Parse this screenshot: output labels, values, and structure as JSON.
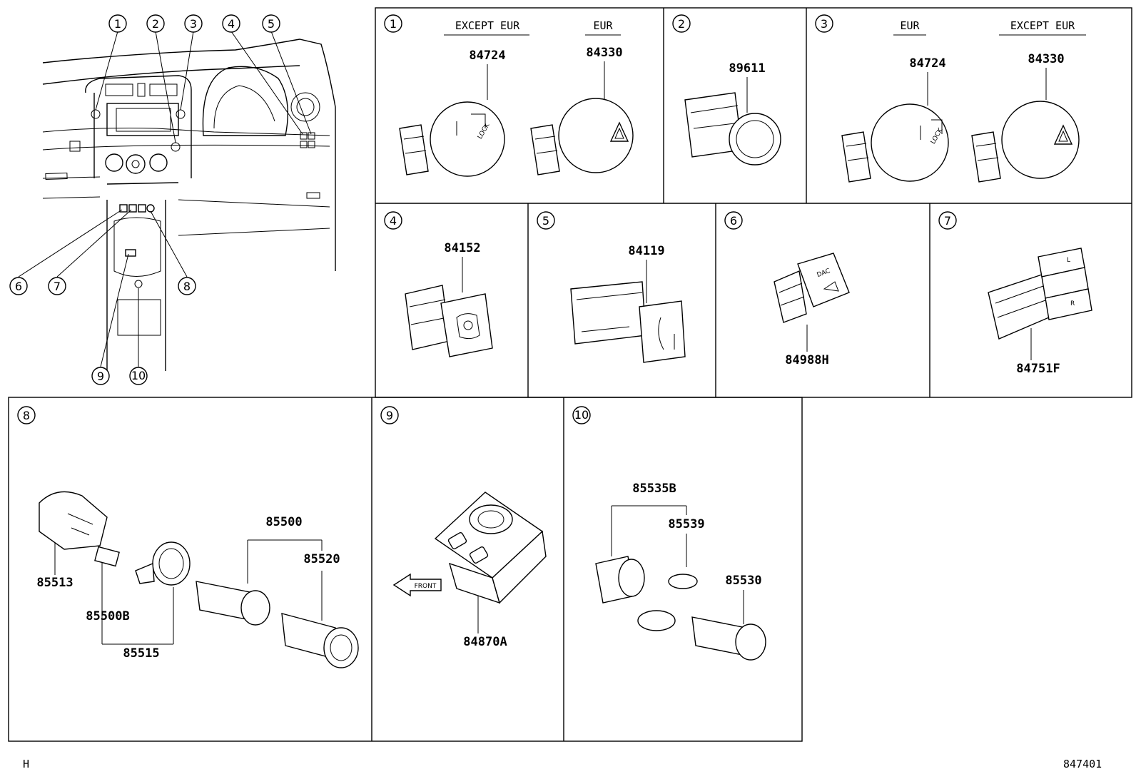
{
  "callouts": [
    "1",
    "2",
    "3",
    "4",
    "5",
    "6",
    "7",
    "8",
    "9",
    "10"
  ],
  "panels": {
    "p1": {
      "num": "1",
      "header_left": "EXCEPT EUR",
      "header_right": "EUR",
      "part_left": "84724",
      "part_right": "84330"
    },
    "p2": {
      "num": "2",
      "part": "89611"
    },
    "p3": {
      "num": "3",
      "header_left": "EUR",
      "header_right": "EXCEPT EUR",
      "part_left": "84724",
      "part_right": "84330"
    },
    "p4": {
      "num": "4",
      "part": "84152"
    },
    "p5": {
      "num": "5",
      "part": "84119"
    },
    "p6": {
      "num": "6",
      "part": "84988H"
    },
    "p7": {
      "num": "7",
      "part": "84751F"
    },
    "p8": {
      "num": "8",
      "parts": [
        "85513",
        "85500B",
        "85515",
        "85500",
        "85520"
      ]
    },
    "p9": {
      "num": "9",
      "part": "84870A",
      "front_label": "FRONT"
    },
    "p10": {
      "num": "10",
      "parts": [
        "85535B",
        "85539",
        "85530"
      ]
    }
  },
  "switch_text": {
    "lock": "LOCK",
    "dac": "DAC",
    "l": "L",
    "r": "R"
  },
  "footer": {
    "left": "H",
    "right": "847401"
  }
}
